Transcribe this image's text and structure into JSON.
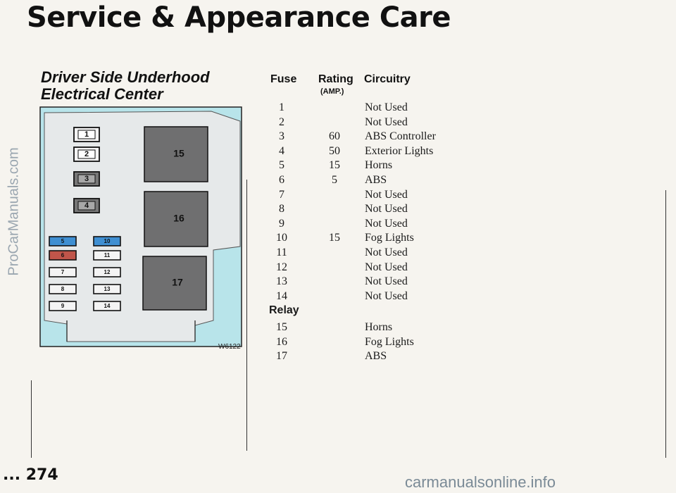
{
  "header": {
    "title": "Service & Appearance Care"
  },
  "section": {
    "title": "Driver Side Underhood Electrical Center"
  },
  "diagram": {
    "id_label": "W6122",
    "fuse_labels": [
      "1",
      "2",
      "3",
      "4",
      "5",
      "6",
      "7",
      "8",
      "9",
      "10",
      "11",
      "12",
      "13",
      "14"
    ],
    "relay_labels": [
      "15",
      "16",
      "17"
    ],
    "colors": {
      "panel": "#b8e4ea",
      "relay": "#6f6f70",
      "fuse_blue": "#3f8fd2",
      "fuse_red": "#c0554a",
      "fuse_dark": "#777777"
    }
  },
  "table": {
    "col_fuse": "Fuse",
    "col_rating": "Rating",
    "col_rating_unit": "(AMP.)",
    "col_circuitry": "Circuitry",
    "fuses": [
      {
        "num": "1",
        "rating": "",
        "circuit": "Not Used"
      },
      {
        "num": "2",
        "rating": "",
        "circuit": "Not Used"
      },
      {
        "num": "3",
        "rating": "60",
        "circuit": "ABS Controller"
      },
      {
        "num": "4",
        "rating": "50",
        "circuit": "Exterior Lights"
      },
      {
        "num": "5",
        "rating": "15",
        "circuit": "Horns"
      },
      {
        "num": "6",
        "rating": "5",
        "circuit": "ABS"
      },
      {
        "num": "7",
        "rating": "",
        "circuit": "Not Used"
      },
      {
        "num": "8",
        "rating": "",
        "circuit": "Not Used"
      },
      {
        "num": "9",
        "rating": "",
        "circuit": "Not Used"
      },
      {
        "num": "10",
        "rating": "15",
        "circuit": "Fog Lights"
      },
      {
        "num": "11",
        "rating": "",
        "circuit": "Not Used"
      },
      {
        "num": "12",
        "rating": "",
        "circuit": "Not Used"
      },
      {
        "num": "13",
        "rating": "",
        "circuit": "Not Used"
      },
      {
        "num": "14",
        "rating": "",
        "circuit": "Not Used"
      }
    ],
    "relay_label": "Relay",
    "relays": [
      {
        "num": "15",
        "circuit": "Horns"
      },
      {
        "num": "16",
        "circuit": "Fog Lights"
      },
      {
        "num": "17",
        "circuit": "ABS"
      }
    ]
  },
  "footer": {
    "page_number": "274",
    "page_prefix": "...",
    "watermark": "carmanualsonline.info"
  },
  "side_watermark": "ProCarManuals.com"
}
